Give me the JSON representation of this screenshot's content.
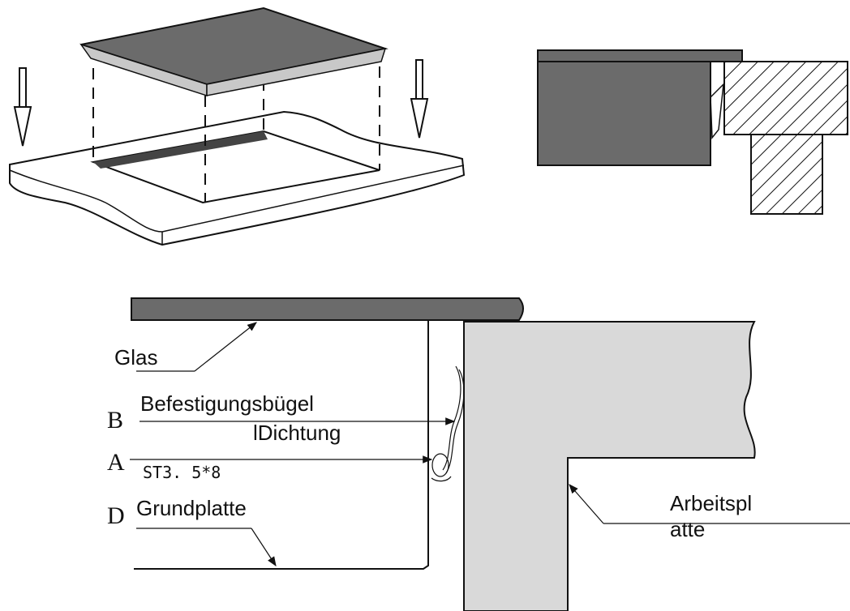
{
  "labels": {
    "glas": "Glas",
    "befestigungsbuegel": "Befestigungsbügel",
    "dichtung": "lDichtung",
    "screw": "ST3. 5*8",
    "grundplatte": "Grundplatte",
    "arbeitsplatte_line1": "Arbeitspl",
    "arbeitsplatte_line2": "atte"
  },
  "letters": {
    "b": "B",
    "a": "A",
    "d": "D"
  },
  "colors": {
    "glass_dark": "#6b6b6b",
    "worktop_fill": "#d9d9d9",
    "glass_edge": "#c8c8c8",
    "line": "#111111"
  }
}
